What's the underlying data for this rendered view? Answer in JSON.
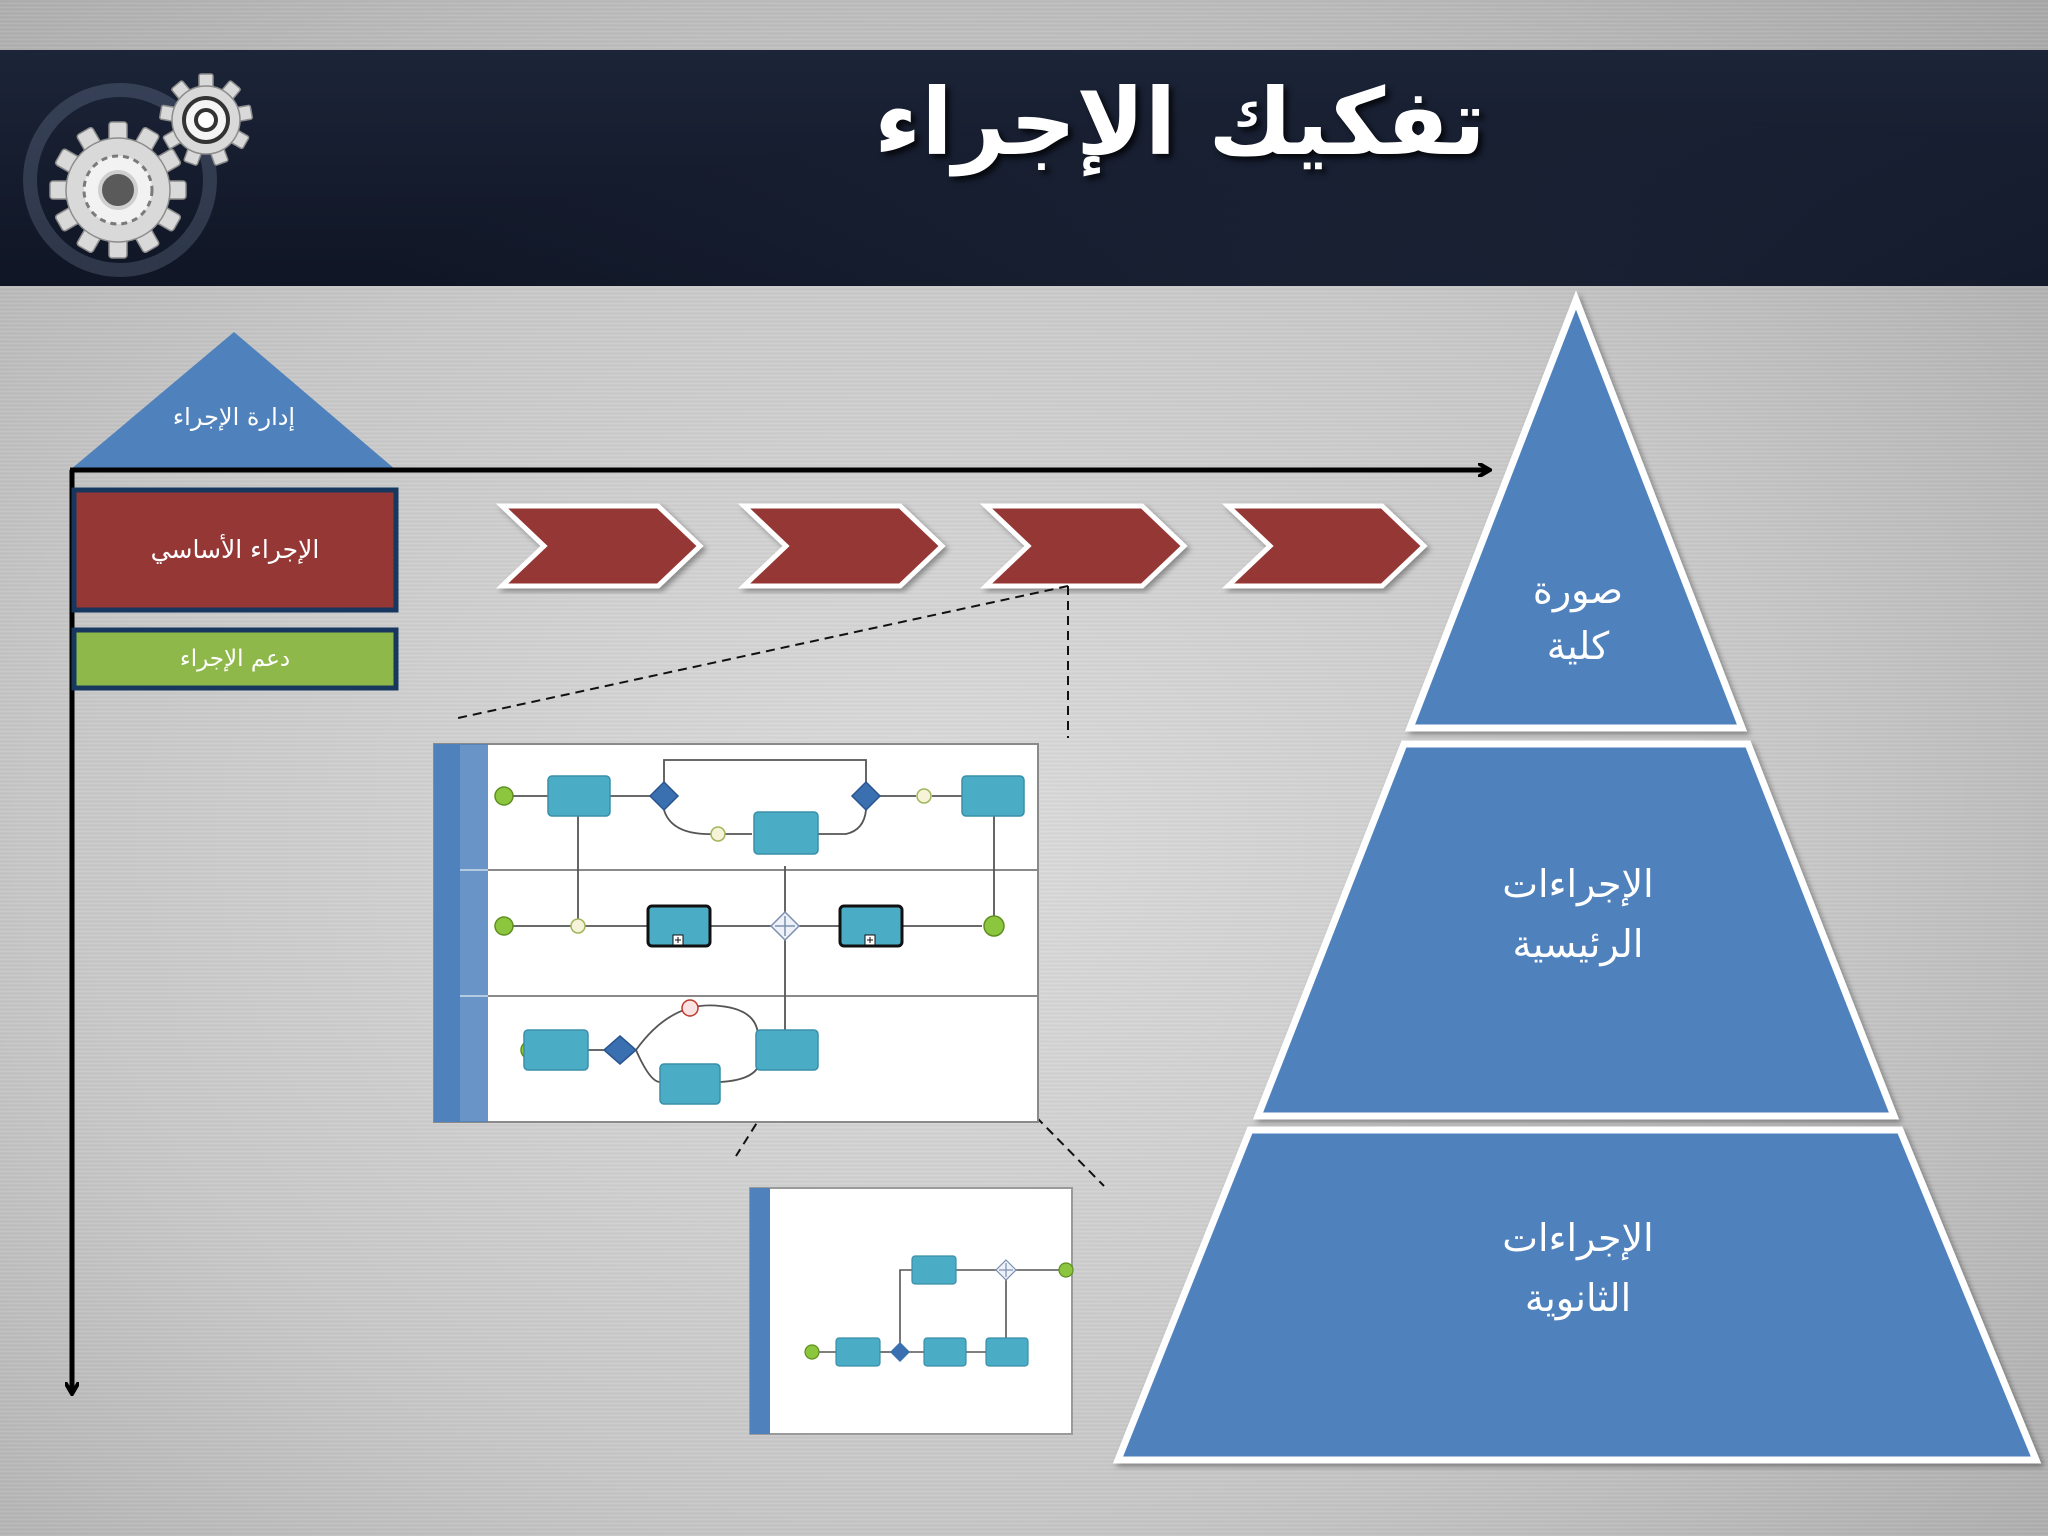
{
  "slide": {
    "title": "تفكيك الإجراء"
  },
  "pyramid": {
    "top": "صورة\nكلية",
    "middle_line1": "الإجراءات",
    "middle_line2": "الرئيسية",
    "bottom_line1": "الإجراءات",
    "bottom_line2": "الثانوية"
  },
  "value_chain": {
    "management": "إدارة الإجراء",
    "core": "الإجراء الأساسي",
    "support": "دعم الإجراء"
  },
  "colors": {
    "header": "#141b2c",
    "pyramid_blue": "#4f81bd",
    "chevron_red": "#953735",
    "support_green": "#8fb84a",
    "task_teal": "#4bacc6",
    "event_green": "#8cc63f",
    "gateway_blue": "#3a6fb0"
  },
  "icons": [
    "gear-icon",
    "gear-icon-small"
  ]
}
